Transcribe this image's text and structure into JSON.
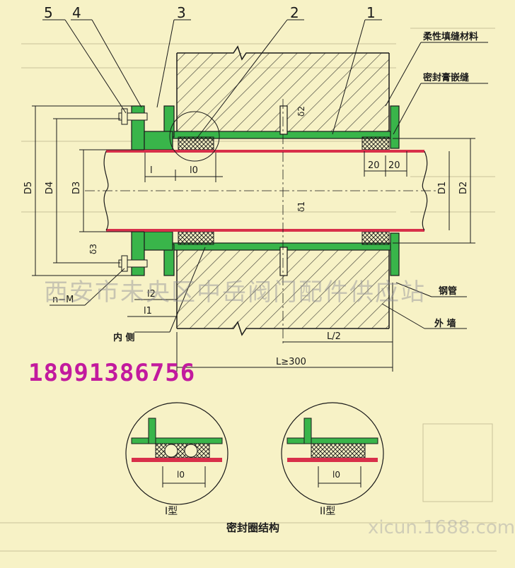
{
  "callouts": {
    "n1": "1",
    "n2": "2",
    "n3": "3",
    "n4": "4",
    "n5": "5"
  },
  "labels": {
    "flexible_filler": "柔性填缝材料",
    "sealant_joint": "密封膏嵌缝",
    "steel_pipe": "钢管",
    "outer_wall": "外 墙",
    "inner_side": "内 侧",
    "bolts": "n−M"
  },
  "dims": {
    "D5": "D5",
    "D4": "D4",
    "D3": "D3",
    "D1": "D1",
    "D2": "D2",
    "l": "l",
    "l0": "l0",
    "l1": "l1",
    "l2": "l2",
    "delta1": "δ1",
    "delta2": "δ2",
    "delta3": "δ3",
    "d20a": "20",
    "d20b": "20",
    "half_l": "L/2",
    "total_l": "L≥300"
  },
  "details": {
    "type1": "I型",
    "type2": "II型",
    "l0_a": "l0",
    "l0_b": "l0",
    "caption": "密封圈结构"
  },
  "watermarks": {
    "phone": "18991386756",
    "company": "西安市未央区中岳阀门配件供应站",
    "site": "xicun.1688.com"
  },
  "colors": {
    "paper": "#f7f2c6",
    "flange_green": "#39b54a",
    "pipe_red": "#d8304a",
    "line": "#1a1a1a",
    "phone_magenta": "#c21a9e"
  }
}
